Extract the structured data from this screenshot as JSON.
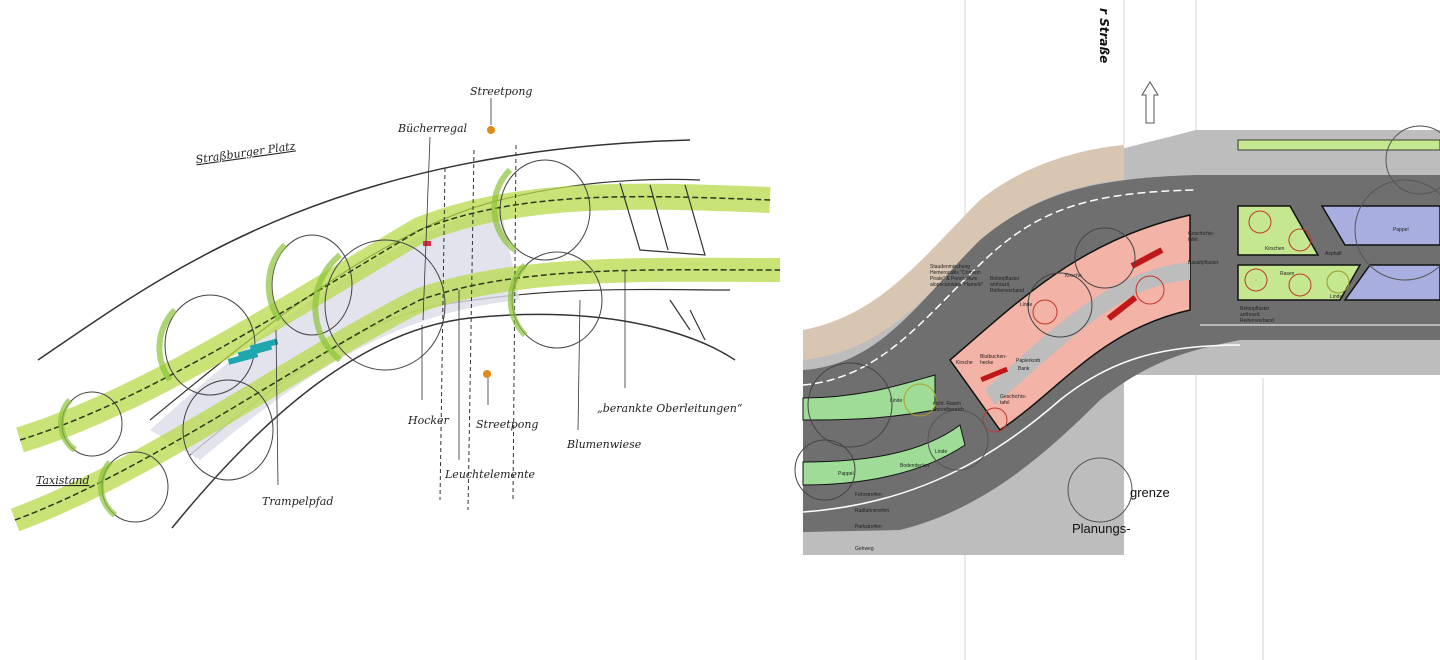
{
  "sketch": {
    "title": "Straßburger Platz",
    "labels": {
      "streetpong_top": "Streetpong",
      "buecherregal": "Bücherregal",
      "hocker": "Hocker",
      "streetpong_bottom": "Streetpong",
      "leuchtelemente": "Leuchtelemente",
      "blumenwiese": "Blumenwiese",
      "oberleitungen": "„berankte Oberleitungen“",
      "trampelpfad": "Trampelpfad",
      "taxistand": "Taxistand"
    },
    "colors": {
      "green": "#b8d94a",
      "grass": "#9ccc3c",
      "pavement": "#d9d9e6",
      "bench": "#1fa7b0"
    }
  },
  "plan": {
    "street_name": "r Straße",
    "labels": {
      "staudenmischung": [
        "Staudenmischung",
        "Hemerocallis \"Crimson",
        "Pirate\" & Pennisetum",
        "alopecuroides \"Hameln\""
      ],
      "betonpflaster_left": [
        "Betonpflaster",
        "anthrazit,",
        "Reihenverband"
      ],
      "betonpflaster_right": [
        "Betonpflaster",
        "anthrazit,",
        "Reihenverband"
      ],
      "linde": "Linde",
      "kirsche": "Kirsche",
      "bluthecke": [
        "Blutbuchen-",
        "hecke"
      ],
      "papierkorb": "Papierkorb",
      "bank": "Bank",
      "geschichtstafel": [
        "Geschichts-",
        "tafel"
      ],
      "basaltpflaster": "Basaltpflaster",
      "kirschen": "Kirschen",
      "rasen": "Rasen",
      "asphalt": "Asphalt",
      "pappel": "Pappel",
      "bodendecker": "Bodendecker",
      "fahrstreifen": "Fahrstreifen",
      "radfahrstreifen": "Radfahrstreifen",
      "parkstreifen": "Parkstreifen",
      "gehweg": "Gehweg",
      "rasen_note": [
        "nicht. Rasen",
        "wurzelbereich"
      ],
      "planungs": "Planungs-",
      "grenze": "grenze"
    },
    "colors": {
      "road": "#6f6f6f",
      "sidewalk": "#bdbdbd",
      "median": "#f3b3a6",
      "green": "#c4e78f",
      "lawn": "#9fdc98",
      "parking": "#a9aee0",
      "beige": "#d8c6b2"
    }
  }
}
